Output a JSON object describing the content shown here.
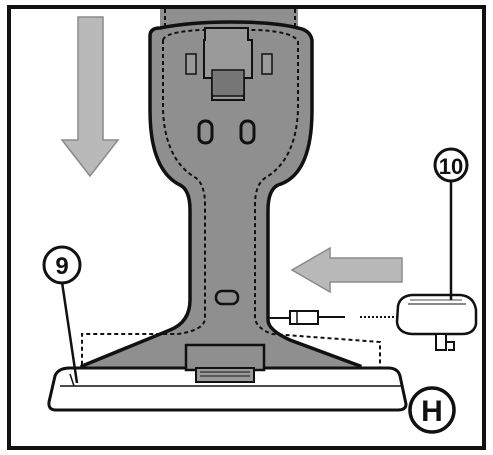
{
  "figure": {
    "callouts": [
      {
        "id": "part-9",
        "label": "9"
      },
      {
        "id": "part-10",
        "label": "10"
      }
    ],
    "step_label": "H",
    "colors": {
      "frame": "#111111",
      "body_fill": "#8f8f8f",
      "arrow_fill": "#b9b9b9",
      "arrow_stroke": "#8a8a8a",
      "base_fill": "#ffffff",
      "background": "#ffffff"
    },
    "arrows": [
      {
        "name": "down-arrow",
        "direction": "down"
      },
      {
        "name": "left-arrow",
        "direction": "left"
      }
    ],
    "icons": [
      "charger-adapter-icon",
      "charging-cable-icon",
      "charging-base-icon",
      "vacuum-handle-icon"
    ]
  }
}
